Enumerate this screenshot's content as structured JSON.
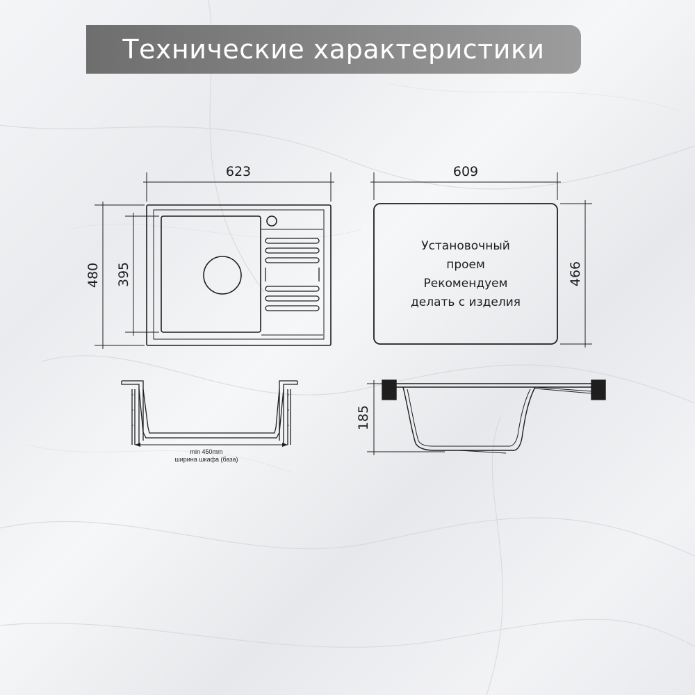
{
  "header": {
    "title": "Технические характеристики"
  },
  "top_view": {
    "width_label": "623",
    "height_label": "480",
    "bowl_height_label": "395"
  },
  "cutout_view": {
    "width_label": "609",
    "height_label": "466",
    "note_lines": [
      "Установочный",
      "проем",
      "Рекомендуем",
      "делать с изделия"
    ]
  },
  "front_view": {
    "min_label": "min 450mm",
    "cabinet_label": "ширина шкафа (база)"
  },
  "side_view": {
    "depth_label": "185"
  },
  "colors": {
    "title_bar": "#808080",
    "line": "#1e1e1e",
    "background": "#eef0f2"
  }
}
